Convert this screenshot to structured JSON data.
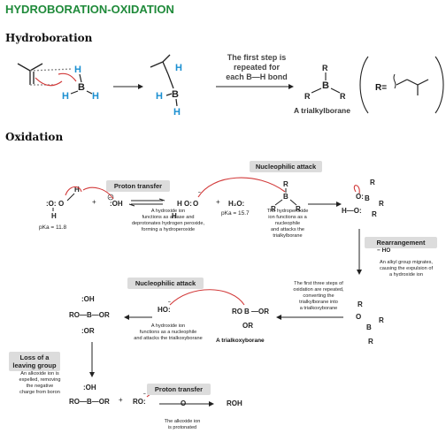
{
  "title": "HYDROBORATION-OXIDATION",
  "sections": {
    "hydroboration": "Hydroboration",
    "oxidation": "Oxidation"
  },
  "hydroboration": {
    "repeat_note": "The first step is\nrepeated for\neach B—H bond",
    "product_label": "A trialkylborane",
    "r_equals": "R="
  },
  "oxidation": {
    "badges": {
      "proton_transfer_1": "Proton transfer",
      "nucleophilic_attack_1": "Nucleophilic attack",
      "rearrangement": "Rearrangement",
      "nucleophilic_attack_2": "Nucleophilic attack",
      "loss_leaving_group": "Loss of a\nleaving group",
      "proton_transfer_2": "Proton transfer"
    },
    "notes": {
      "hydroxide_base": "A hydroxide ion\nfunctions as a base and\ndeprotonates hydrogen peroxide,\nforming a hydroperoxide",
      "hydroperoxide_nucleophile": "The hydroperoxide\nion functions as a\nnucleophile\nand attacks the\ntrialkylborane",
      "alkyl_migrates": "An alkyl group migrates,\ncausing the expulsion of\na hydroxide ion",
      "first_three_repeated": "The first three steps of\noxidation are repeated,\nconverting the\ntrialkylborane into\na trialkoxyborane",
      "hydroxide_nucleophile": "A hydroxide ion\nfunctions as a nucleophile\nand attacks the trialkoxyborane",
      "alkoxide_expelled": "An alkoxide ion is\nexpelled, removing\nthe negative\ncharge from boron",
      "alkoxide_protonated": "The alkoxide ion\nis protonated"
    },
    "pka_left": "pKa = 11.8",
    "pka_right": "pKa = 15.7",
    "trialkoxyborane_label": "A trialkoxyborane",
    "hydroxide_ion": "− HO"
  },
  "colors": {
    "title": "#1f8a3a",
    "hydrogen": "#1a8fd1",
    "arrow_red": "#d23a3a",
    "badge_bg": "#dcdcdc"
  }
}
